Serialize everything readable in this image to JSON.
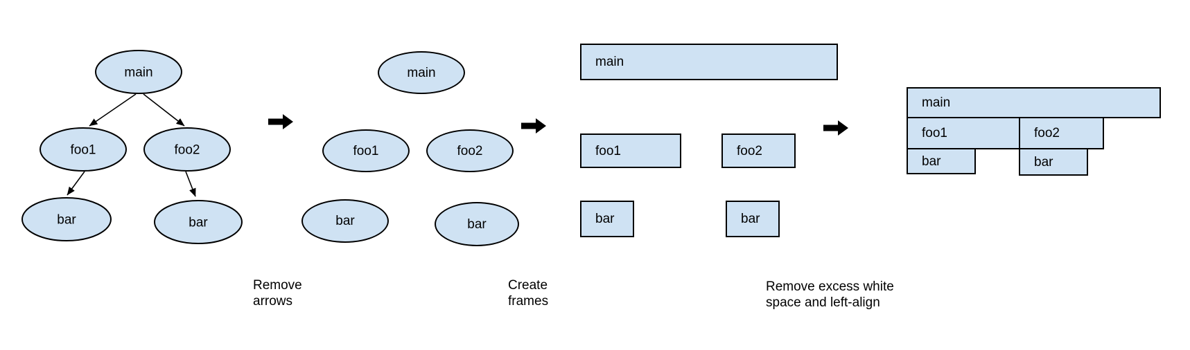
{
  "figure": {
    "description": "Four-step diagram showing conversion of a call tree into a flame graph",
    "colors": {
      "background": "#ffffff",
      "node_fill": "#cfe2f3",
      "node_stroke": "#000000",
      "arrow": "#000000",
      "text": "#000000"
    },
    "stages": [
      {
        "id": "call-tree-with-arrows",
        "nodes": {
          "main": "main",
          "foo1": "foo1",
          "foo2": "foo2",
          "bar_left": "bar",
          "bar_right": "bar"
        },
        "edges": [
          "main-foo1",
          "main-foo2",
          "foo1-bar",
          "foo2-bar"
        ]
      },
      {
        "id": "arrows-removed",
        "nodes": {
          "main": "main",
          "foo1": "foo1",
          "foo2": "foo2",
          "bar_left": "bar",
          "bar_right": "bar"
        }
      },
      {
        "id": "frames-created",
        "nodes": {
          "main": "main",
          "foo1": "foo1",
          "foo2": "foo2",
          "bar_left": "bar",
          "bar_right": "bar"
        }
      },
      {
        "id": "flame-graph-left-aligned",
        "nodes": {
          "main": "main",
          "foo1": "foo1",
          "foo2": "foo2",
          "bar_left": "bar",
          "bar_right": "bar"
        }
      }
    ],
    "step_arrows": [
      {
        "icon": "right-block-arrow"
      },
      {
        "icon": "right-block-arrow"
      },
      {
        "icon": "right-block-arrow"
      }
    ],
    "captions": [
      {
        "text": "Remove\narrows"
      },
      {
        "text": "Create\nframes"
      },
      {
        "text": "Remove excess white\nspace and left-align"
      }
    ]
  }
}
